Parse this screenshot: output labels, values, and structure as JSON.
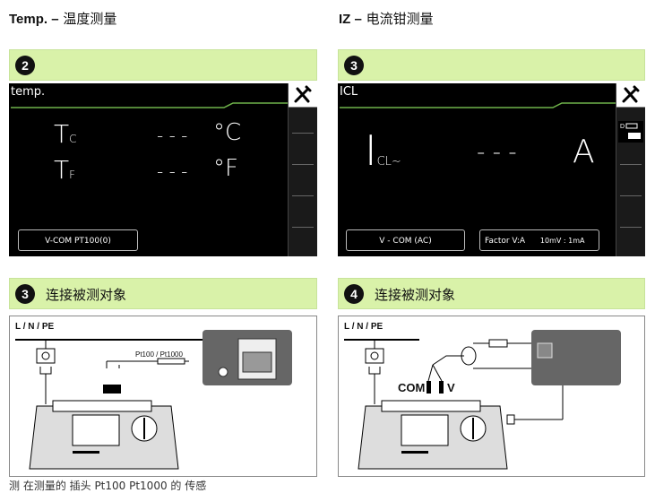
{
  "headings": {
    "left": {
      "bold": "Temp. –",
      "text": "温度测量"
    },
    "right": {
      "bold": "IZ –",
      "text": "电流钳测量"
    }
  },
  "panels": [
    {
      "badge": "2"
    },
    {
      "badge": "3"
    },
    {
      "badge": "3",
      "title": "连接被测对象"
    },
    {
      "badge": "4",
      "title": "连接被测对象"
    }
  ],
  "screen_temp": {
    "label": "temp.",
    "rows": [
      {
        "symbol": "T",
        "sub": "C",
        "value": "- - -",
        "unit": "°C"
      },
      {
        "symbol": "T",
        "sub": "F",
        "value": "- - -",
        "unit": "°F"
      }
    ],
    "button": "V-COM PT100(0)",
    "side_icon": "wrench-screwdriver-icon"
  },
  "screen_icl": {
    "label": "ICL",
    "symbol": "I",
    "sub": "CL~",
    "value": "- - -",
    "unit": "A",
    "button1": "V - COM (AC)",
    "button2_a": "Factor V:A",
    "button2_b": "10mV : 1mA",
    "side_icon": "wrench-screwdriver-icon",
    "side_icon2": "db-export-icon"
  },
  "diagram_left": {
    "line_label": "L / N / PE",
    "probe_label": "Pt100 / Pt1000"
  },
  "diagram_right": {
    "line_label": "L / N / PE",
    "com_label": "COM",
    "v_label": "V"
  },
  "footer_cut": "测 在测量的 插头 Pt100 Pt1000 的 传感"
}
